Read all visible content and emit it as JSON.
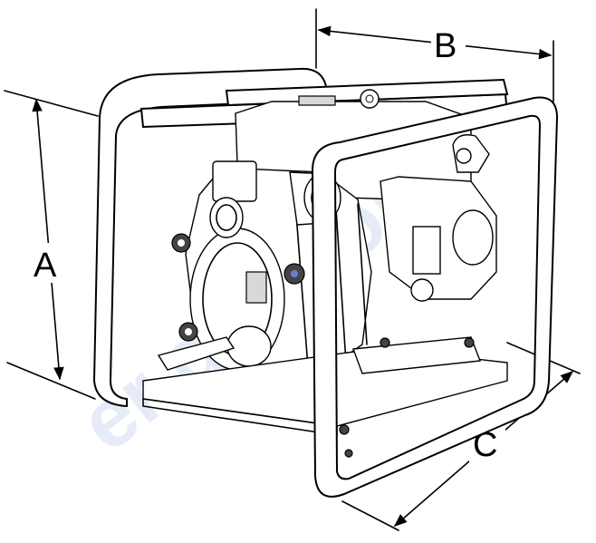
{
  "diagram": {
    "subject": "pump-on-frame",
    "dimensions": [
      {
        "id": "A",
        "label": "A"
      },
      {
        "id": "B",
        "label": "B"
      },
      {
        "id": "C",
        "label": "C"
      }
    ]
  },
  "colors": {
    "line": "#000000",
    "background": "#ffffff",
    "watermark": "#c9d6ee"
  }
}
